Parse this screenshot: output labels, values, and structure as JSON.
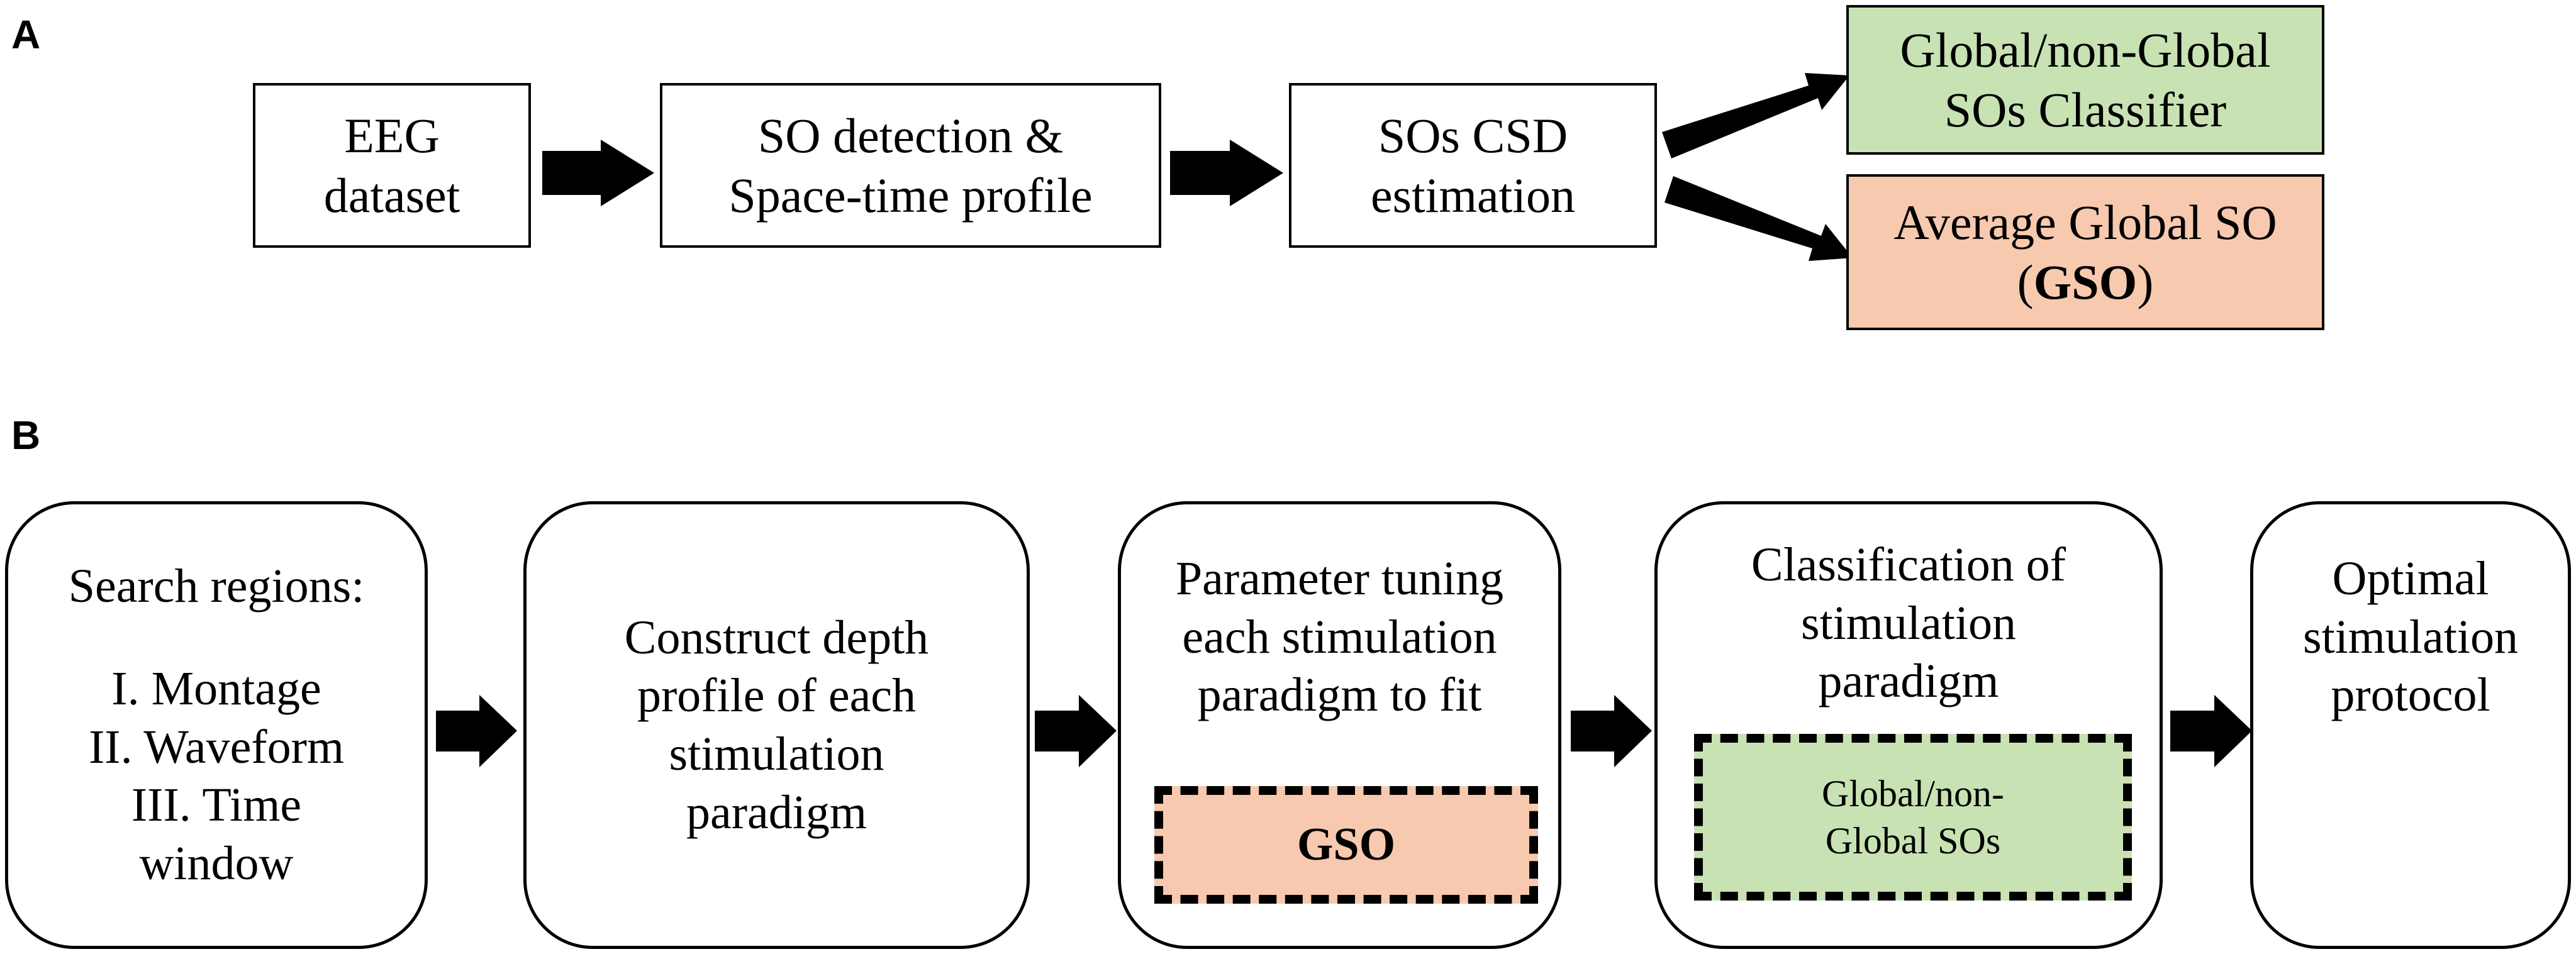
{
  "panel_a": {
    "label": "A",
    "box1": [
      "EEG",
      "dataset"
    ],
    "box2": [
      "SO detection &",
      "Space-time profile"
    ],
    "box3": [
      "SOs CSD",
      "estimation"
    ],
    "box4": [
      "Global/non-Global",
      "SOs Classifier"
    ],
    "box5_line1": "Average Global SO",
    "box5_line2": {
      "open": "(",
      "bold": "GSO",
      "close": ")"
    }
  },
  "panel_b": {
    "label": "B",
    "box1": {
      "title": "Search regions:",
      "items": [
        "I. Montage",
        "II. Waveform",
        "III. Time",
        "window"
      ]
    },
    "box2": [
      "Construct depth",
      "profile of each",
      "stimulation",
      "paradigm"
    ],
    "box3": {
      "lines": [
        "Parameter tuning",
        "each stimulation",
        "paradigm to fit"
      ],
      "inner": "GSO"
    },
    "box4": {
      "lines": [
        "Classification of",
        "stimulation",
        "paradigm"
      ],
      "inner": [
        "Global/non-",
        "Global SOs"
      ]
    },
    "box5": [
      "Optimal",
      "stimulation",
      "protocol"
    ]
  },
  "colors": {
    "green": "#c9e2b4",
    "peach": "#f7c9ae",
    "stroke": "#000000"
  }
}
